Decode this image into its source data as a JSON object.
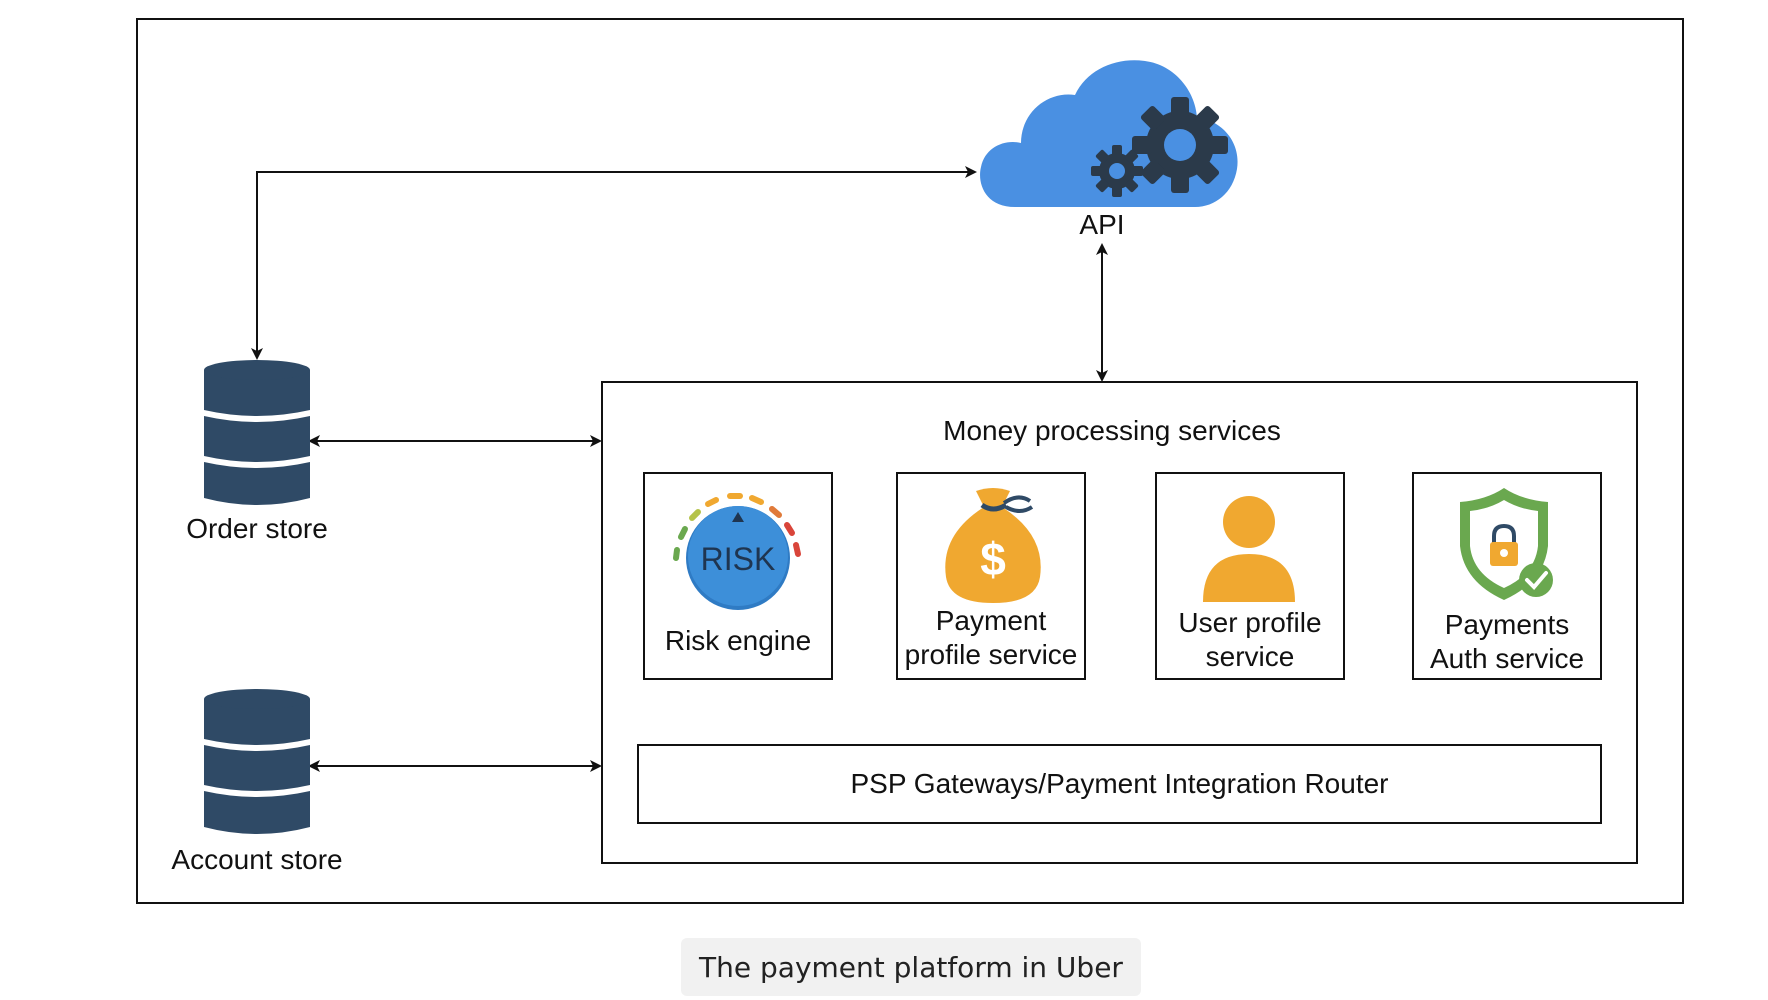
{
  "api": {
    "label": "API",
    "icon": "cloud-gear-icon"
  },
  "order_store": {
    "label": "Order store",
    "icon": "database-icon"
  },
  "account_store": {
    "label": "Account store",
    "icon": "database-icon"
  },
  "money_processing": {
    "title": "Money processing services",
    "services": [
      {
        "line1": "Risk engine",
        "line2": "",
        "icon": "risk-dial-icon",
        "icon_text": "RISK"
      },
      {
        "line1": "Payment",
        "line2": "profile service",
        "icon": "money-bag-icon",
        "icon_text": "$"
      },
      {
        "line1": "User profile",
        "line2": "service",
        "icon": "user-icon"
      },
      {
        "line1": "Payments",
        "line2": "Auth service",
        "icon": "shield-lock-icon"
      }
    ],
    "router_label": "PSP Gateways/Payment Integration Router"
  },
  "caption": "The payment platform in Uber",
  "colors": {
    "cloud": "#4a90e2",
    "gear": "#2b3a4a",
    "database": "#2f4a66",
    "accent_orange": "#f0a830",
    "shield_green": "#6aa84f",
    "risk_blue": "#3d8fd9"
  }
}
